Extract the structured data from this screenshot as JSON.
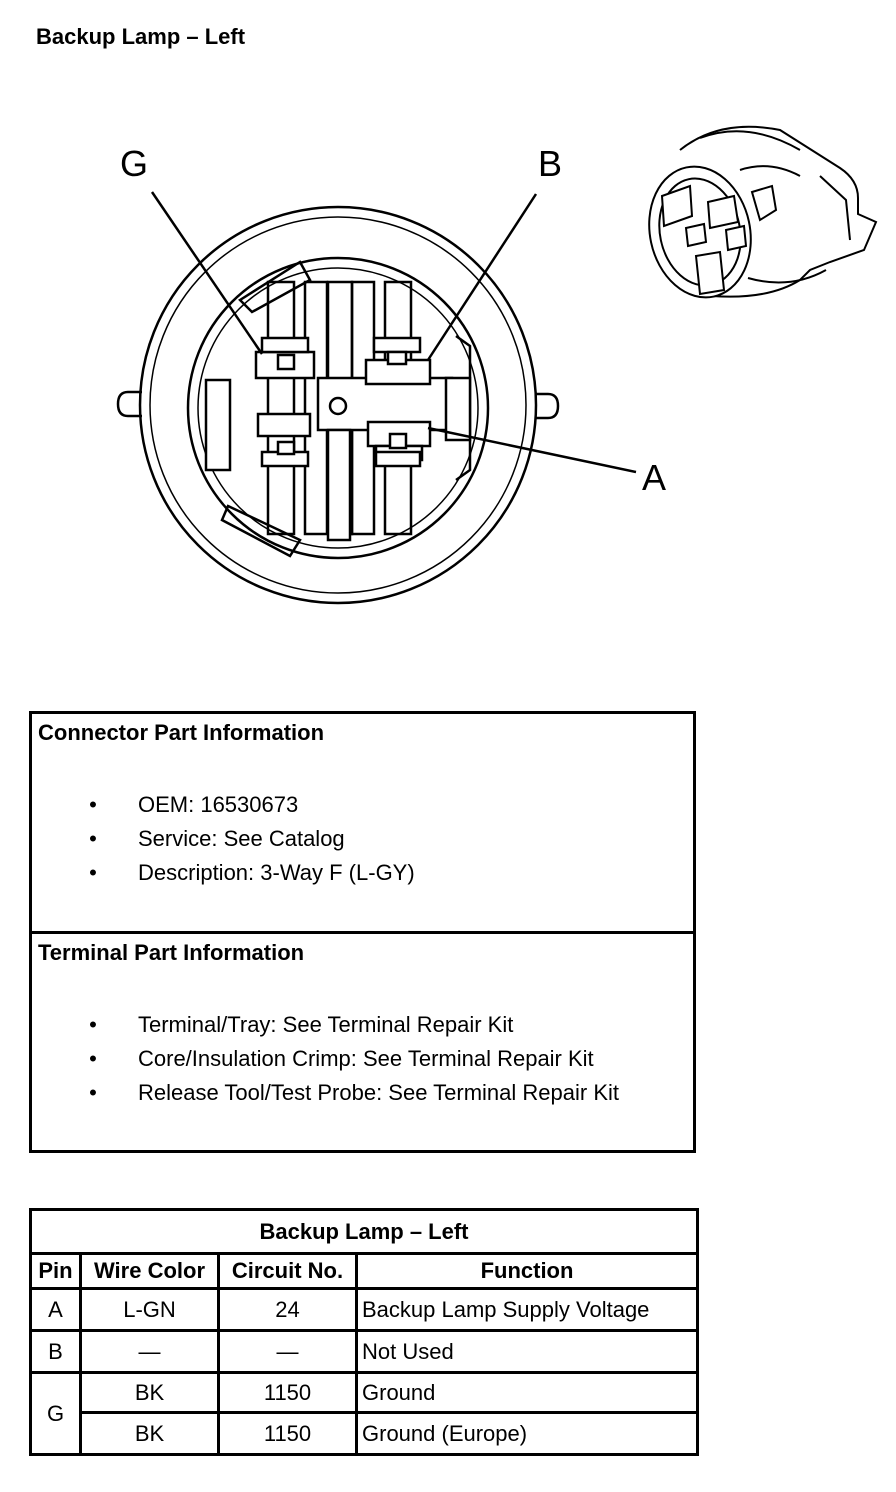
{
  "title": "Backup Lamp – Left",
  "diagram": {
    "pin_labels": {
      "g": "G",
      "b": "B",
      "a": "A"
    }
  },
  "connector_info": {
    "heading": "Connector Part Information",
    "items": [
      "OEM: 16530673",
      "Service: See Catalog",
      "Description: 3-Way F (L-GY)"
    ]
  },
  "terminal_info": {
    "heading": "Terminal Part Information",
    "items": [
      "Terminal/Tray: See Terminal Repair Kit",
      "Core/Insulation Crimp: See Terminal Repair Kit",
      "Release Tool/Test Probe: See Terminal Repair Kit"
    ]
  },
  "bullet_glyph": "•",
  "pin_table": {
    "caption": "Backup Lamp – Left",
    "headers": [
      "Pin",
      "Wire Color",
      "Circuit No.",
      "Function"
    ],
    "rows": [
      {
        "pin": "A",
        "wire_color": "L-GN",
        "circuit": "24",
        "function": "Backup Lamp Supply Voltage"
      },
      {
        "pin": "B",
        "wire_color": "—",
        "circuit": "—",
        "function": "Not Used"
      },
      {
        "pin": "G",
        "wire_color": "BK",
        "circuit": "1150",
        "function": "Ground"
      },
      {
        "pin": "",
        "wire_color": "BK",
        "circuit": "1150",
        "function": "Ground (Europe)"
      }
    ]
  }
}
